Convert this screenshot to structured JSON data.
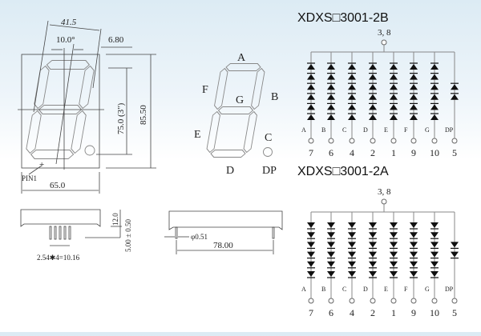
{
  "front_view": {
    "dim_width_slant": "41.5",
    "dim_angle": "10.0°",
    "dim_segment": "6.80",
    "dim_digit_height": "75.0 (3\")",
    "dim_total_height": "85.50",
    "dim_total_width": "65.0",
    "pin1_label": "PIN1"
  },
  "segment_map": {
    "labels": {
      "a": "A",
      "b": "B",
      "c": "C",
      "d": "D",
      "e": "E",
      "f": "F",
      "g": "G",
      "dp": "DP"
    }
  },
  "side_view_left": {
    "dim_height": "12.0",
    "dim_pin": "5.00 ± 0.50",
    "dim_pitch": "2.54✱4=10.16"
  },
  "side_view_right": {
    "dim_pin_dia": "φ0.51",
    "dim_length": "78.00"
  },
  "circuits": [
    {
      "title": "XDXS□3001-2B",
      "common_pin": "3, 8",
      "direction": "up",
      "segments": [
        "A",
        "B",
        "C",
        "D",
        "E",
        "F",
        "G",
        "DP"
      ],
      "pins": [
        "7",
        "6",
        "4",
        "2",
        "1",
        "9",
        "10",
        "5"
      ],
      "diodes_per_segment": [
        6,
        6,
        6,
        6,
        6,
        6,
        6,
        2
      ]
    },
    {
      "title": "XDXS□3001-2A",
      "common_pin": "3, 8",
      "direction": "down",
      "segments": [
        "A",
        "B",
        "C",
        "D",
        "E",
        "F",
        "G",
        "DP"
      ],
      "pins": [
        "7",
        "6",
        "4",
        "2",
        "1",
        "9",
        "10",
        "5"
      ],
      "diodes_per_segment": [
        6,
        6,
        6,
        6,
        6,
        6,
        6,
        2
      ]
    }
  ]
}
